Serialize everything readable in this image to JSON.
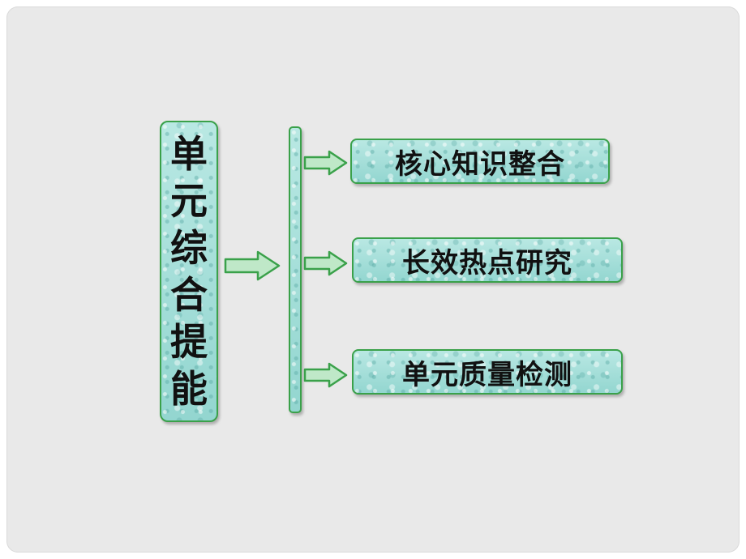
{
  "main_topic": "单元综合提能",
  "sections": [
    {
      "label": "核心知识整合"
    },
    {
      "label": "长效热点研究"
    },
    {
      "label": "单元质量检测"
    }
  ],
  "colors": {
    "background": "#e9e9e9",
    "box_fill": "#9fdcd7",
    "box_border": "#3aa14a",
    "arrow_fill": "#bfe8c8",
    "arrow_stroke": "#3aa14a",
    "text": "#111111"
  }
}
